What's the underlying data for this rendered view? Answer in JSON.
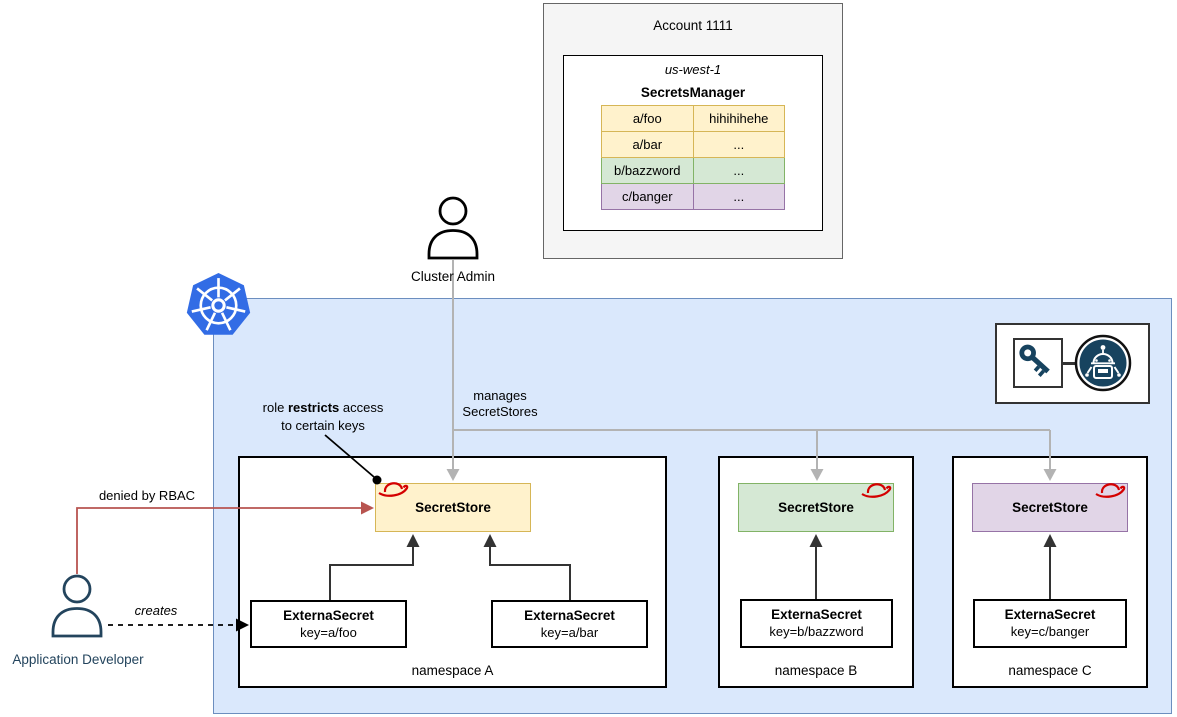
{
  "account": {
    "title": "Account 1111",
    "region": "us-west-1",
    "service": "SecretsManager",
    "secrets": [
      {
        "name": "a/foo",
        "value": "hihihihehe"
      },
      {
        "name": "a/bar",
        "value": "..."
      },
      {
        "name": "b/bazzword",
        "value": "..."
      },
      {
        "name": "c/banger",
        "value": "..."
      }
    ]
  },
  "actors": {
    "cluster_admin": "Cluster Admin",
    "application_developer": "Application Developer"
  },
  "edges": {
    "manages_line1": "manages",
    "manages_line2": "SecretStores",
    "role_line1_pre": "role ",
    "role_line1_bold": "restricts",
    "role_line1_post": " access",
    "role_line2": "to certain keys",
    "denied": "denied by RBAC",
    "creates": "creates"
  },
  "namespaces": [
    {
      "name": "namespace A",
      "store_label": "SecretStore",
      "secrets": [
        {
          "title": "ExternaSecret",
          "key": "key=a/foo"
        },
        {
          "title": "ExternaSecret",
          "key": "key=a/bar"
        }
      ]
    },
    {
      "name": "namespace B",
      "store_label": "SecretStore",
      "secrets": [
        {
          "title": "ExternaSecret",
          "key": "key=b/bazzword"
        }
      ]
    },
    {
      "name": "namespace C",
      "store_label": "SecretStore",
      "secrets": [
        {
          "title": "ExternaSecret",
          "key": "key=c/banger"
        }
      ]
    }
  ],
  "icons": {
    "kubernetes_logo": "kubernetes-wheel",
    "eso_key": "key-icon",
    "eso_robot": "robot-icon",
    "redhat_hat": "red-hat-icon",
    "person": "person-icon"
  },
  "colors": {
    "cluster_fill": "#dae8fc",
    "cluster_border": "#6c8ebf",
    "yellow_fill": "#fff2cc",
    "yellow_border": "#d6b656",
    "green_fill": "#d5e8d4",
    "green_border": "#82b366",
    "purple_fill": "#e1d5e7",
    "purple_border": "#9673a6",
    "account_fill": "#f5f5f5",
    "kubernetes_blue": "#326ce5",
    "eso_navy": "#17435f",
    "redhat_red": "#d40000",
    "denied_red": "#b85450",
    "gray_arrow": "#b3b3b3",
    "developer_navy": "#23445d"
  }
}
